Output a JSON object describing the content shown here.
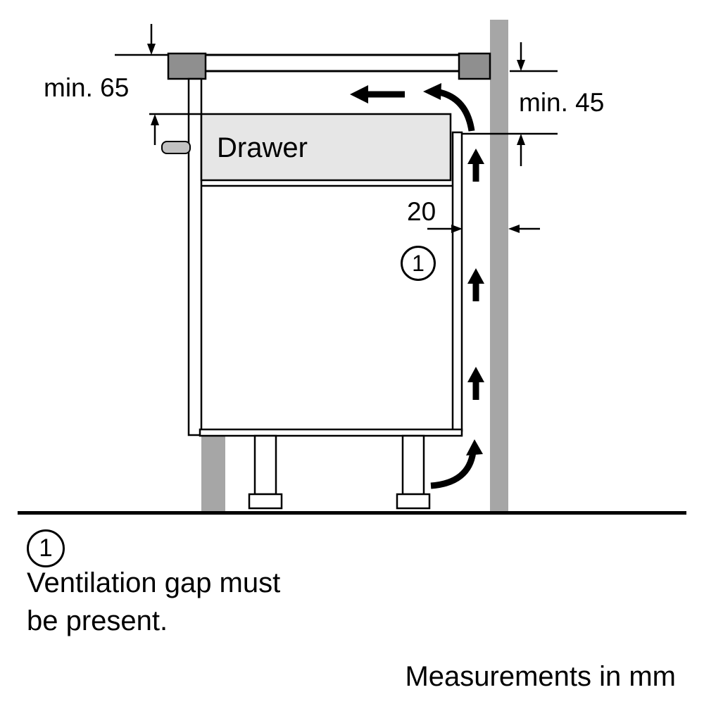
{
  "diagram": {
    "dimension_labels": {
      "hob_clearance": "min. 65",
      "wall_clearance": "min. 45",
      "ventilation_gap": "20"
    },
    "drawer_label": "Drawer",
    "callout": "1",
    "colors": {
      "wall": "#a6a6a6",
      "worktop": "#8f8f8f",
      "drawer_fill": "#e6e6e6",
      "plinth": "#a6a6a6",
      "handle": "#c2c2c2",
      "line": "#000000"
    }
  },
  "legend": {
    "callout": "1",
    "note_line1": "Ventilation gap must",
    "note_line2": "be present."
  },
  "footer": {
    "units": "Measurements in mm"
  }
}
